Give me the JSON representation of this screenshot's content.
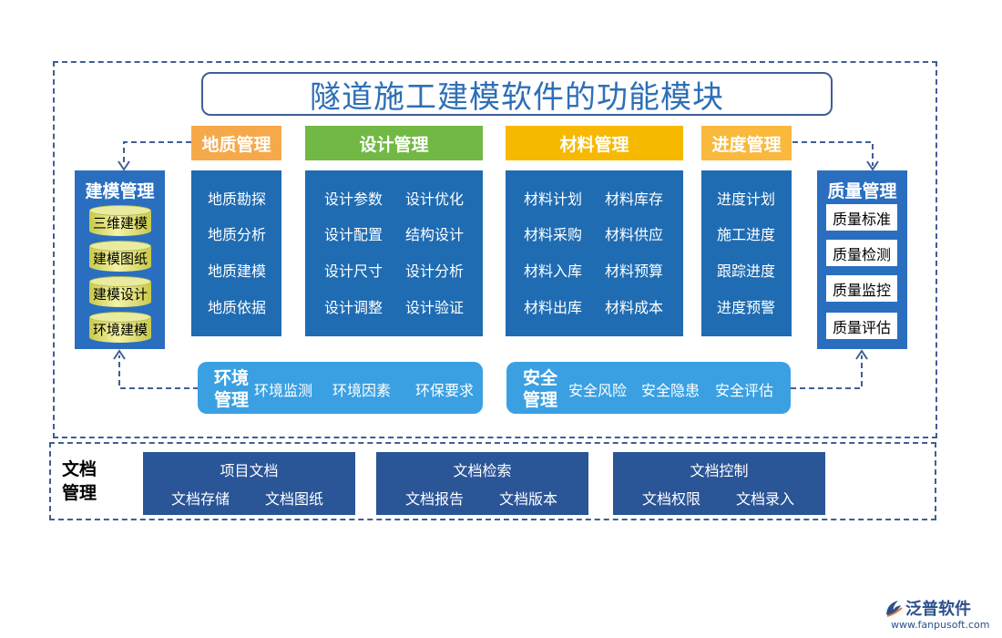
{
  "title": "隧道施工建模软件的功能模块",
  "colors": {
    "frame": "#3f5f96",
    "module_blue": "#1f6cb3",
    "geology_orange": "#f6a94a",
    "design_green": "#71b944",
    "material_yellow": "#f7b900",
    "progress_orange": "#f9b93c",
    "light_blue": "#3aa0e2",
    "doc_blue": "#2a5597"
  },
  "modeling": {
    "title": "建模管理",
    "items": [
      "三维建模",
      "建模图纸",
      "建模设计",
      "环境建模"
    ]
  },
  "geology": {
    "title": "地质管理",
    "items": [
      "地质勘探",
      "地质分析",
      "地质建模",
      "地质依据"
    ]
  },
  "design": {
    "title": "设计管理",
    "items": [
      "设计参数",
      "设计优化",
      "设计配置",
      "结构设计",
      "设计尺寸",
      "设计分析",
      "设计调整",
      "设计验证"
    ]
  },
  "material": {
    "title": "材料管理",
    "items": [
      "材料计划",
      "材料库存",
      "材料采购",
      "材料供应",
      "材料入库",
      "材料预算",
      "材料出库",
      "材料成本"
    ]
  },
  "progress": {
    "title": "进度管理",
    "items": [
      "进度计划",
      "施工进度",
      "跟踪进度",
      "进度预警"
    ]
  },
  "quality": {
    "title": "质量管理",
    "items": [
      "质量标准",
      "质量检测",
      "质量监控",
      "质量评估"
    ]
  },
  "environment": {
    "title_line1": "环境",
    "title_line2": "管理",
    "items": [
      "环境监测",
      "环境因素",
      "环保要求"
    ]
  },
  "safety": {
    "title_line1": "安全",
    "title_line2": "管理",
    "items": [
      "安全风险",
      "安全隐患",
      "安全评估"
    ]
  },
  "documents": {
    "label_line1": "文档",
    "label_line2": "管理",
    "groups": [
      {
        "title": "项目文档",
        "items": [
          "文档存储",
          "文档图纸"
        ]
      },
      {
        "title": "文档检索",
        "items": [
          "文档报告",
          "文档版本"
        ]
      },
      {
        "title": "文档控制",
        "items": [
          "文档权限",
          "文档录入"
        ]
      }
    ]
  },
  "logo": {
    "name": "泛普软件",
    "url": "www.fanpusoft.com"
  }
}
